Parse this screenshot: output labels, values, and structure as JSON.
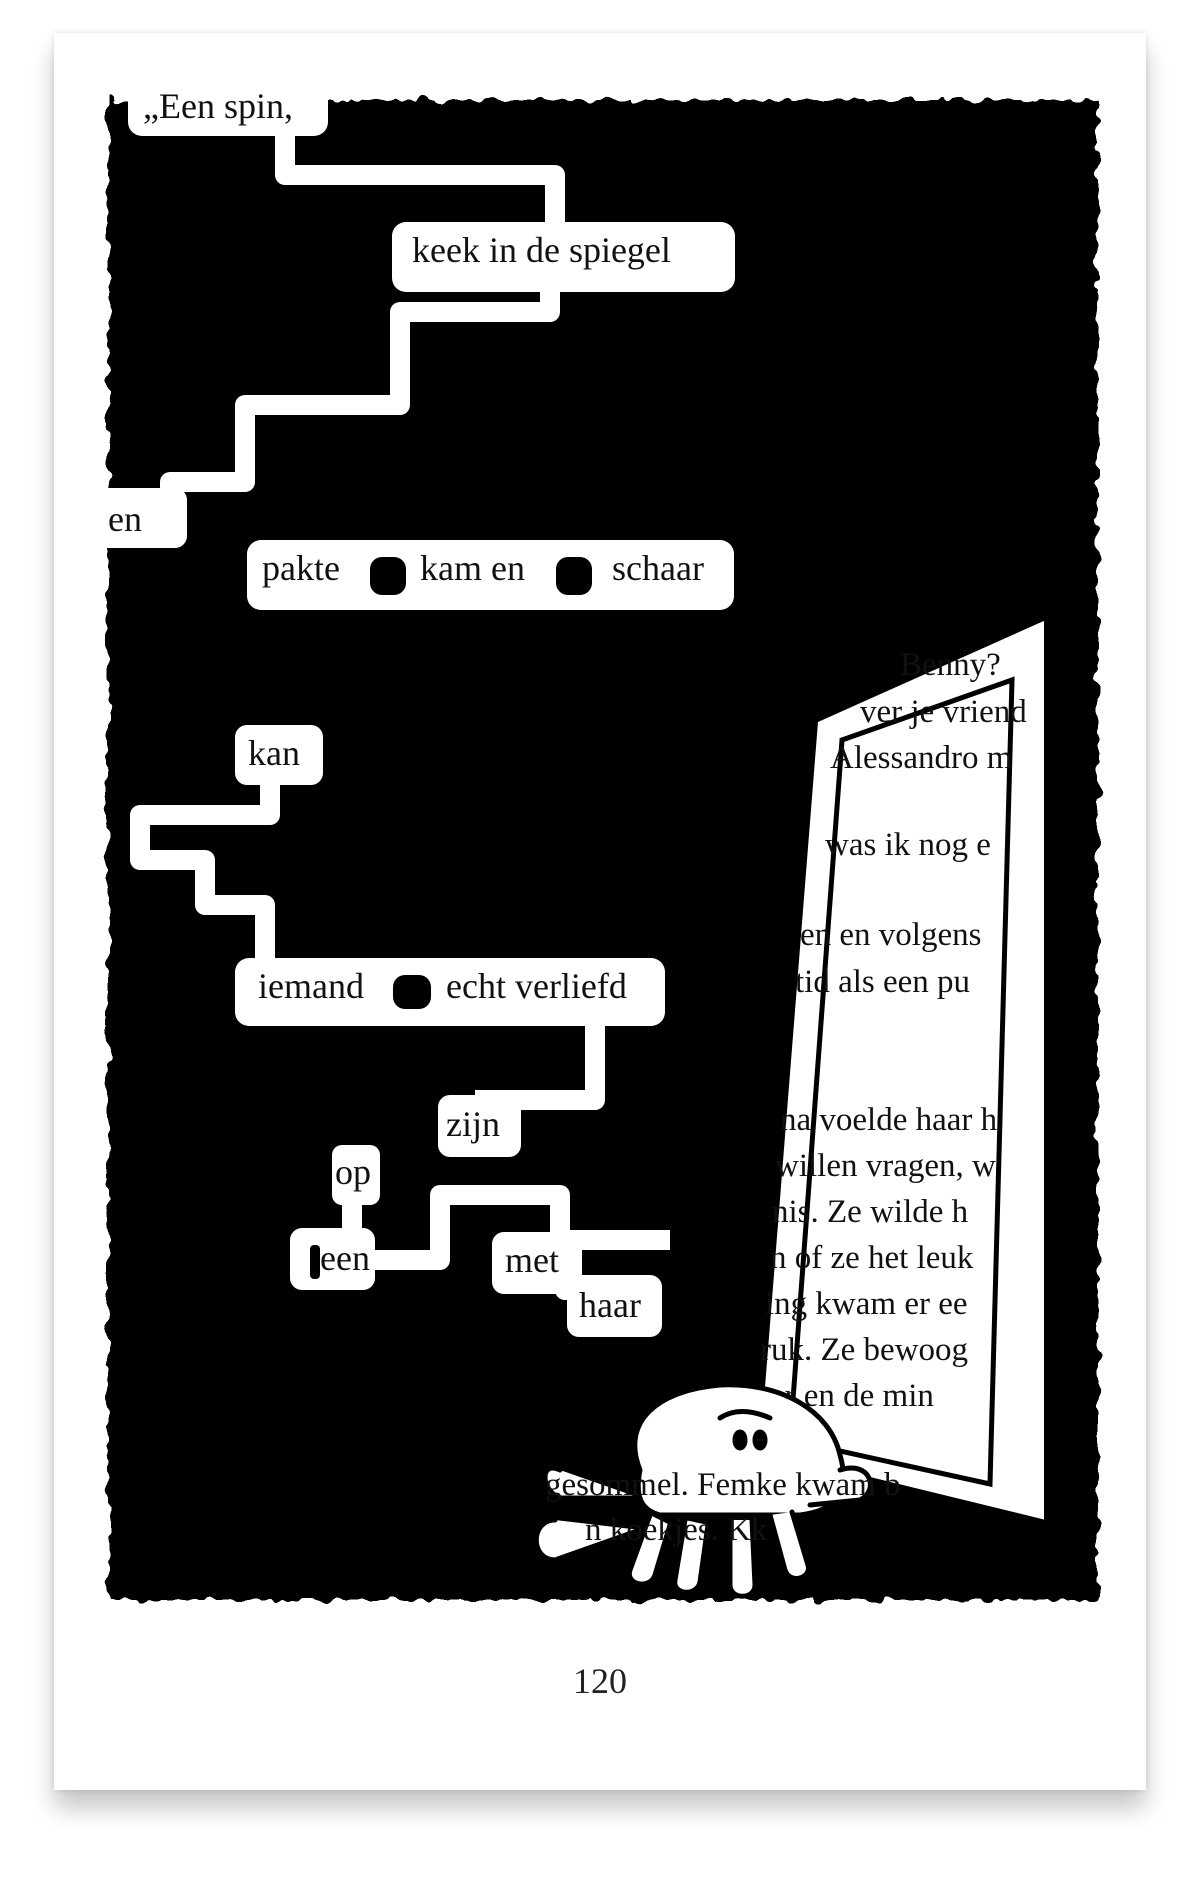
{
  "poem_phrases": [
    "„Een spin,",
    "keek in de spiegel",
    "en",
    "pakte",
    "kam en",
    "schaar",
    "kan",
    "iemand",
    "echt verliefd",
    "zijn",
    "op",
    "een",
    "met",
    "haar"
  ],
  "background_text_lines": [
    "Benny?",
    "ver je vriend",
    "Alessandro m",
    "was ik nog e",
    "en en volgens",
    "tid als een pu",
    "na voelde haar h",
    "willen vragen, w",
    "nis. Ze wilde h",
    "n of ze het leuk",
    "ing kwam er ee",
    "ruk. Ze bewoog",
    "door en de min",
    "gesommel. Femke kwam b",
    "n koekjes. Kk"
  ],
  "page_number": "120",
  "colors": {
    "ink": "#000000",
    "paper": "#ffffff"
  },
  "illustration": {
    "mirror": "mirror-drawing",
    "spider": "spider-drawing"
  }
}
